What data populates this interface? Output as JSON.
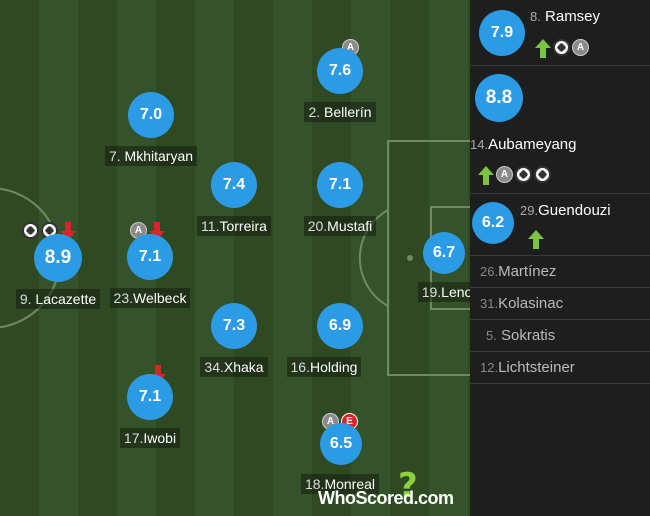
{
  "starters": [
    {
      "id": "bellerin",
      "number": "2.",
      "name": "Bellerín",
      "rating": "7.6",
      "icons": [
        "assist"
      ]
    },
    {
      "id": "mkhitaryan",
      "number": "7.",
      "name": "Mkhitaryan",
      "rating": "7.0",
      "icons": []
    },
    {
      "id": "torreira",
      "number": "11.",
      "name": "Torreira",
      "rating": "7.4",
      "icons": []
    },
    {
      "id": "mustafi",
      "number": "20.",
      "name": "Mustafi",
      "rating": "7.1",
      "icons": []
    },
    {
      "id": "lacazette",
      "number": "9.",
      "name": "Lacazette",
      "rating": "8.9",
      "icons": [
        "goal",
        "goal",
        "sub-off"
      ]
    },
    {
      "id": "welbeck",
      "number": "23.",
      "name": "Welbeck",
      "rating": "7.1",
      "icons": [
        "assist",
        "sub-off"
      ]
    },
    {
      "id": "leno",
      "number": "19.",
      "name": "Leno",
      "rating": "6.7",
      "icons": []
    },
    {
      "id": "xhaka",
      "number": "34.",
      "name": "Xhaka",
      "rating": "7.3",
      "icons": []
    },
    {
      "id": "holding",
      "number": "16.",
      "name": "Holding",
      "rating": "6.9",
      "icons": []
    },
    {
      "id": "iwobi",
      "number": "17.",
      "name": "Iwobi",
      "rating": "7.1",
      "icons": [
        "sub-off"
      ]
    },
    {
      "id": "monreal",
      "number": "18.",
      "name": "Monreal",
      "rating": "6.5",
      "icons": [
        "assist",
        "error"
      ]
    }
  ],
  "subs": [
    {
      "id": "ramsey",
      "number": "8.",
      "name": "Ramsey",
      "rating": "7.9",
      "icons": [
        "sub-on",
        "goal",
        "assist"
      ]
    },
    {
      "id": "aubameyang",
      "number": "14.",
      "name": "Aubameyang",
      "rating": "8.8",
      "icons": [
        "sub-on",
        "assist",
        "goal",
        "goal"
      ]
    },
    {
      "id": "guendouzi",
      "number": "29.",
      "name": "Guendouzi",
      "rating": "6.2",
      "icons": [
        "sub-on"
      ]
    }
  ],
  "unused": [
    {
      "number": "26.",
      "name": "Martínez"
    },
    {
      "number": "31.",
      "name": "Kolasinac"
    },
    {
      "number": "5.",
      "name": "Sokratis"
    },
    {
      "number": "12.",
      "name": "Lichtsteiner"
    }
  ],
  "icon_labels": {
    "assist": "A",
    "error": "E"
  },
  "logo": {
    "text": "WhoScored",
    "suffix": ".com",
    "mark": "?"
  },
  "colors": {
    "rating_bg": "#2c9be6",
    "sub_on": "#7cc243",
    "sub_off": "#d9252a",
    "pitch_dark": "#2f4a22",
    "pitch_light": "#35532a",
    "bench_bg": "#1e1e1e"
  }
}
